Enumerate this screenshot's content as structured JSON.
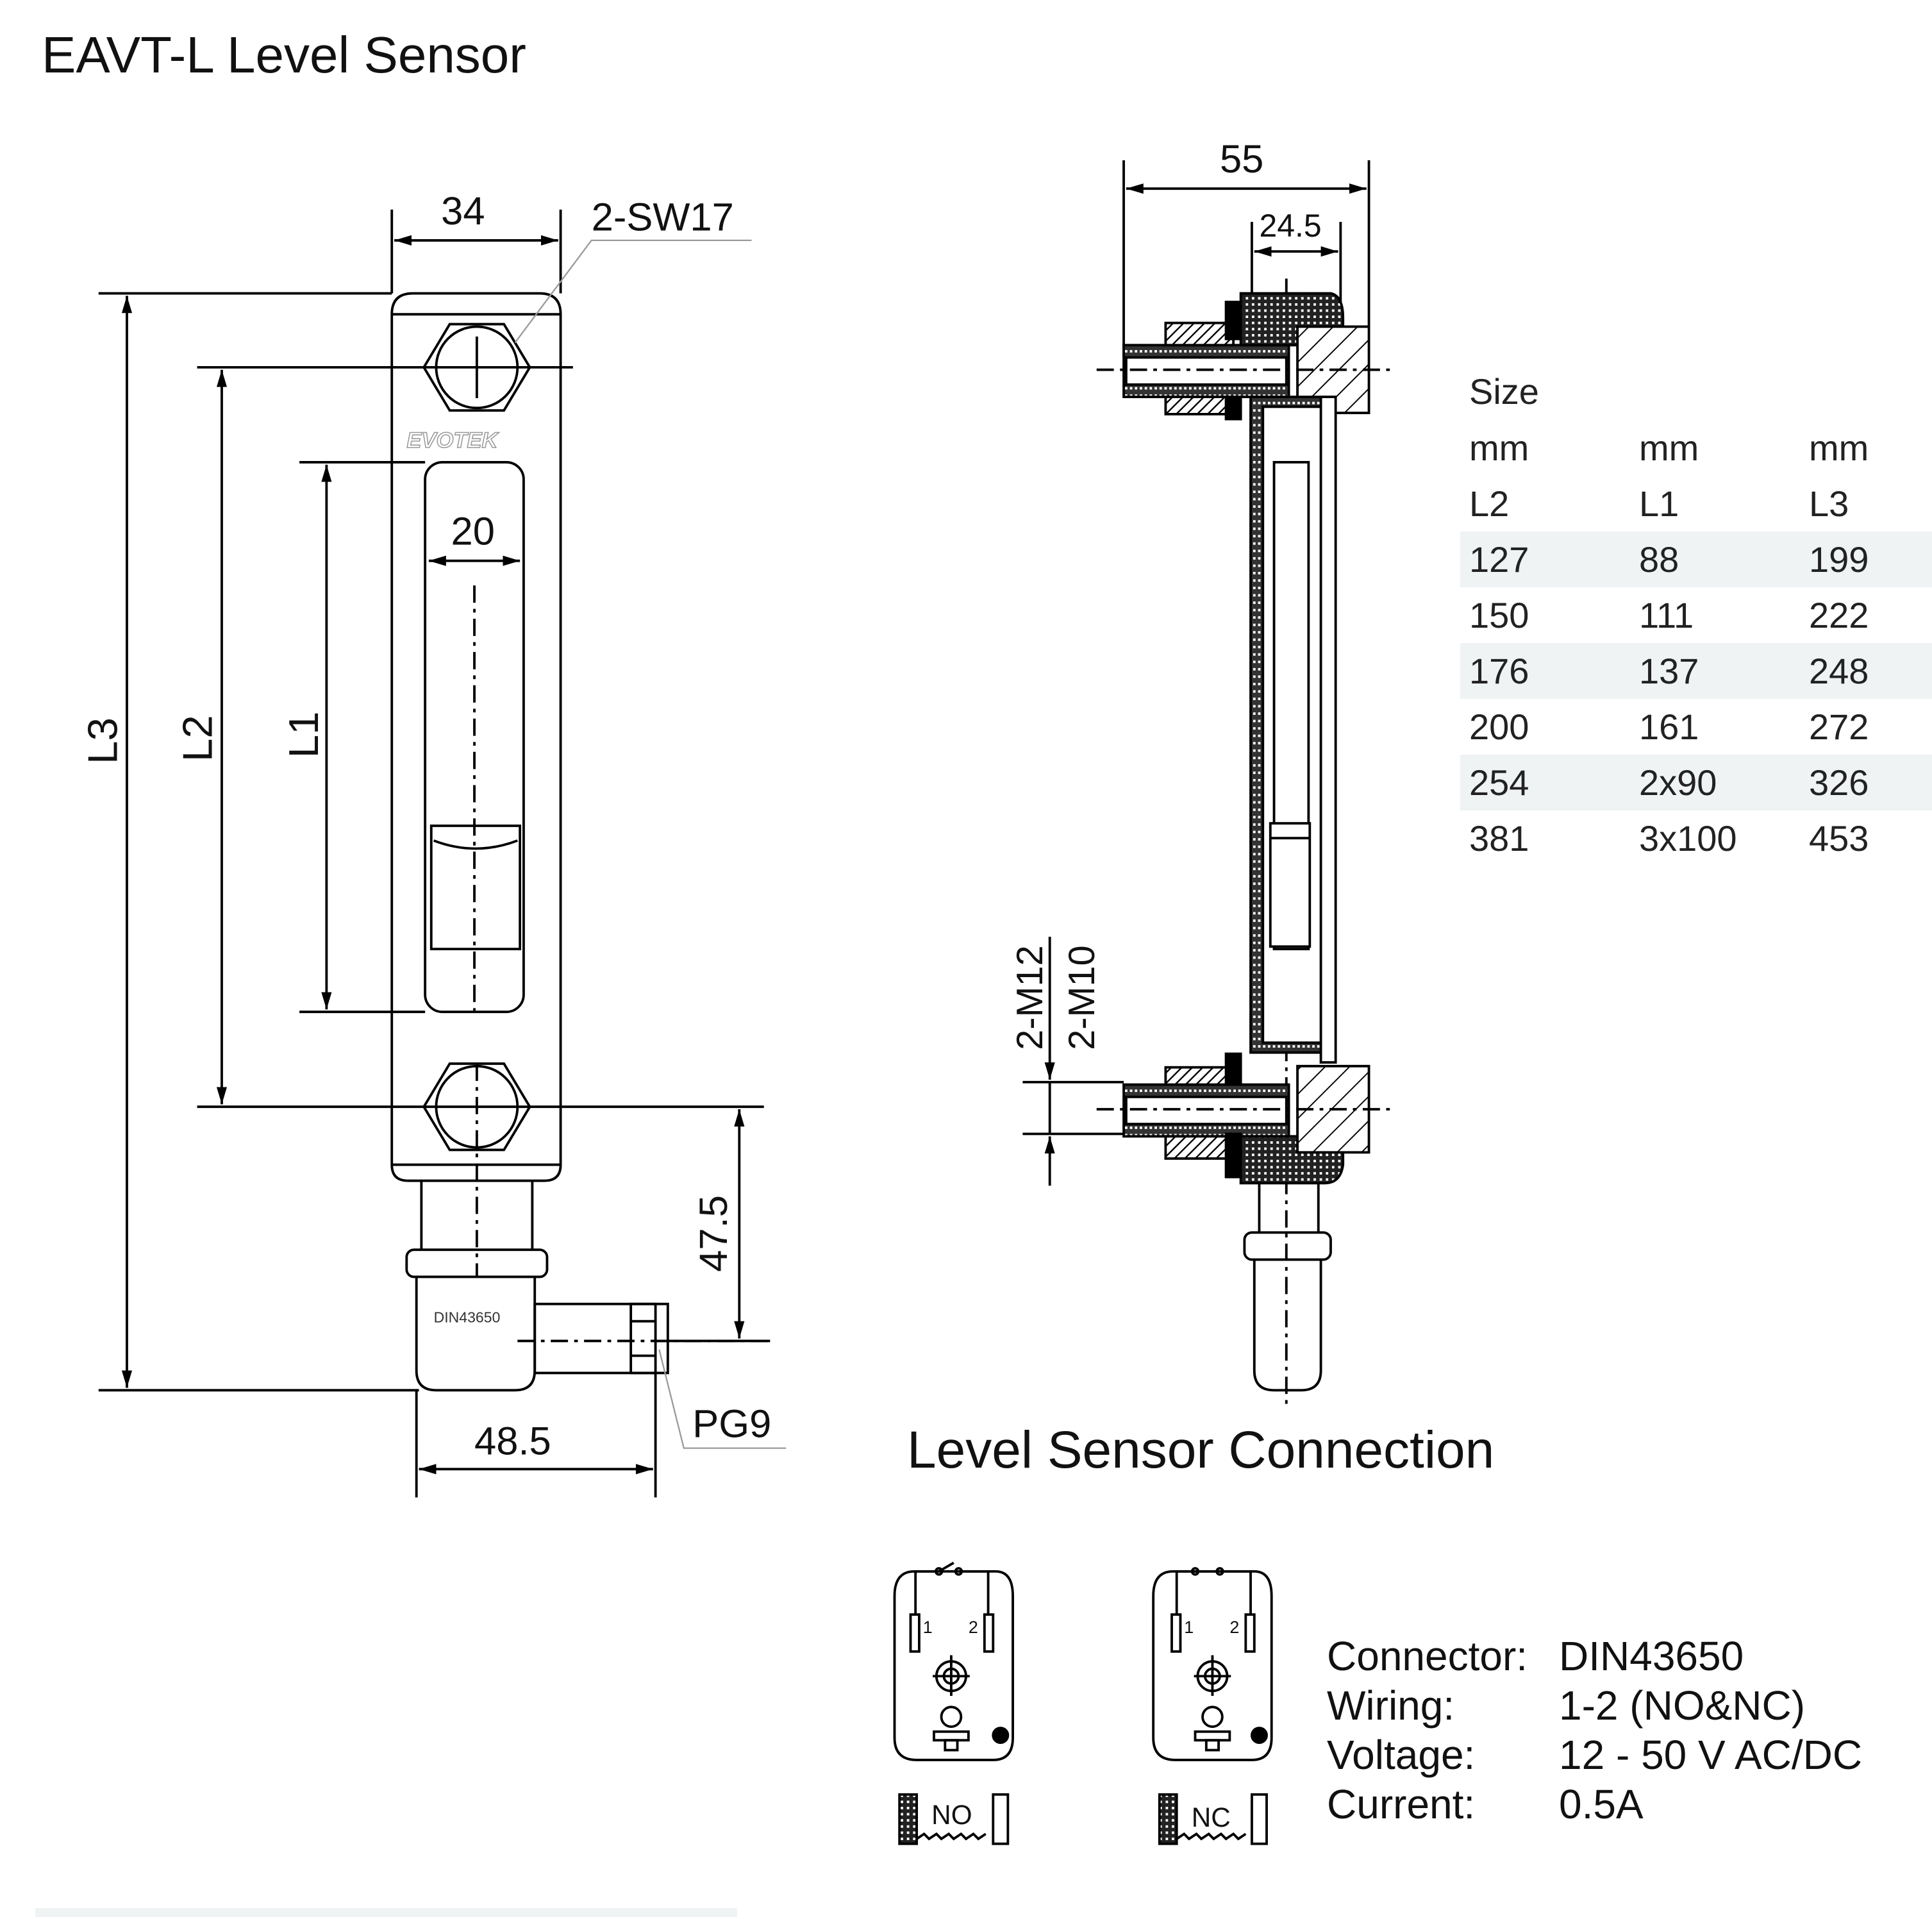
{
  "page": {
    "title": "EAVT-L Level Sensor",
    "connection_title": "Level Sensor Connection"
  },
  "front_view": {
    "dim_width": "34",
    "dim_thread": "2-SW17",
    "dim_window": "20",
    "dim_L3": "L3",
    "dim_L2": "L2",
    "dim_L1": "L1",
    "dim_height_offset": "47.5",
    "dim_connector_width": "48.5",
    "connector_label": "DIN43650",
    "cable_gland": "PG9",
    "logo": "EVOTEK"
  },
  "side_view": {
    "dim_total": "55",
    "dim_depth": "24.5",
    "dim_thread_outer": "2-M12",
    "dim_thread_inner": "2-M10"
  },
  "size_table": {
    "heading": "Size",
    "units": [
      "mm",
      "mm",
      "mm"
    ],
    "columns": [
      "L2",
      "L1",
      "L3"
    ],
    "rows": [
      [
        "127",
        "88",
        "199"
      ],
      [
        "150",
        "111",
        "222"
      ],
      [
        "176",
        "137",
        "248"
      ],
      [
        "200",
        "161",
        "272"
      ],
      [
        "254",
        "2x90",
        "326"
      ],
      [
        "381",
        "3x100",
        "453"
      ]
    ]
  },
  "connection": {
    "diagrams": [
      {
        "label": "NO",
        "pin1": "1",
        "pin2": "2"
      },
      {
        "label": "NC",
        "pin1": "1",
        "pin2": "2"
      }
    ],
    "specs": [
      {
        "key": "Connector:",
        "value": "DIN43650"
      },
      {
        "key": "Wiring:",
        "value": "1-2 (NO&NC)"
      },
      {
        "key": "Voltage:",
        "value": "12 - 50 V AC/DC"
      },
      {
        "key": "Current:",
        "value": "0.5A"
      }
    ]
  },
  "colors": {
    "line": "#000000",
    "row_shade": "#eff3f4",
    "leader": "#9a9a9a"
  }
}
